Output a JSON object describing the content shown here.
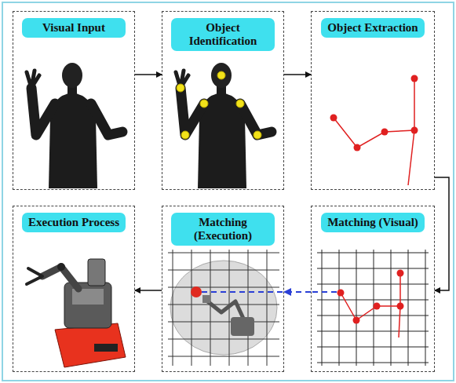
{
  "diagram": {
    "nodes": [
      {
        "text": [
          "Visual Input"
        ]
      },
      {
        "text": [
          "Object Identification"
        ]
      },
      {
        "text": [
          "Object Extraction"
        ]
      },
      {
        "text": [
          "Execution Process"
        ]
      },
      {
        "text": [
          "Matching (Execution)"
        ]
      },
      {
        "text": [
          "Matching (Visual)"
        ]
      }
    ],
    "edges": [
      {
        "from": 0,
        "to": 1,
        "arrow": "to"
      },
      {
        "from": 1,
        "to": 2,
        "arrow": "to"
      },
      {
        "from": 2,
        "to": 5,
        "arrow": "to"
      },
      {
        "from": 5,
        "to": 4,
        "arrow": "to"
      },
      {
        "from": 4,
        "to": 3,
        "arrow": "to"
      }
    ]
  }
}
